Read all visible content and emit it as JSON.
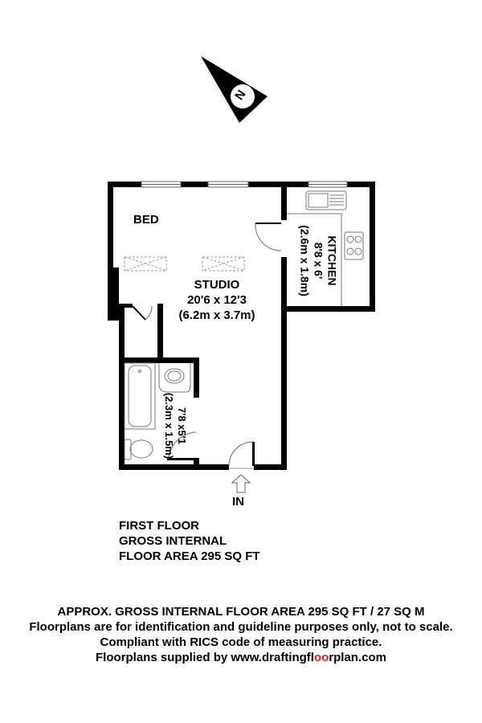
{
  "compass": {
    "label": "N",
    "icon": "north-arrow-icon"
  },
  "rooms": {
    "bed": {
      "name": "BED"
    },
    "studio": {
      "name": "STUDIO",
      "size_imperial": "20'6 x 12'3",
      "size_metric": "(6.2m x 3.7m)"
    },
    "kitchen": {
      "name": "KITCHEN",
      "size_imperial": "8'8 x 6'",
      "size_metric": "(2.6m x 1.8m)"
    },
    "bathroom": {
      "size_imperial": "7'8 x5'1",
      "size_metric": "(2.3m x 1.5m)"
    }
  },
  "entrance": {
    "label": "IN"
  },
  "floor_info": {
    "line1": "FIRST FLOOR",
    "line2": "GROSS INTERNAL",
    "line3": "FLOOR AREA 295 SQ FT"
  },
  "footer": {
    "line1": "APPROX. GROSS INTERNAL FLOOR AREA 295 SQ FT / 27 SQ M",
    "line2": "Floorplans are for identification and guideline purposes only, not to scale.",
    "line3": "Compliant with RICS code of measuring practice.",
    "line4_prefix": "Floorplans supplied by www.draftingfl",
    "line4_highlight": "oo",
    "line4_suffix": "rplan.com"
  },
  "colors": {
    "wall": "#000000",
    "fixture": "#888888",
    "brand_highlight": "#e0201a"
  }
}
